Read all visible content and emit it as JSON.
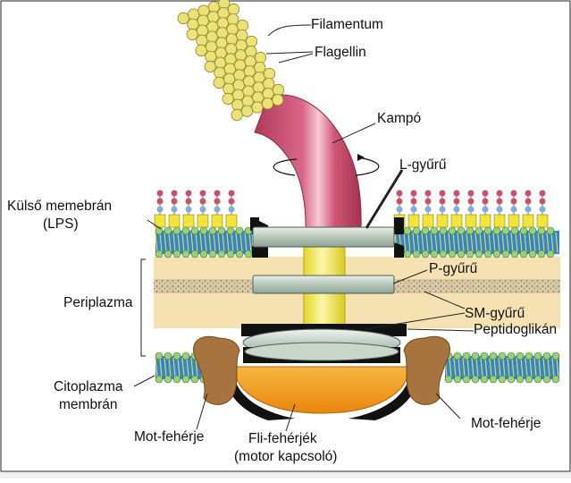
{
  "labels": {
    "filamentum": "Filamentum",
    "flagellin": "Flagellin",
    "kampo": "Kampó",
    "l_gyuru": "L-gyűrű",
    "kulso_membran_1": "Külső memebrán",
    "kulso_membran_2": "(LPS)",
    "periplazma": "Periplazma",
    "p_gyuru": "P-gyűrű",
    "sm_gyuru": "SM-gyűrű",
    "peptidoglikan": "Peptidoglikán",
    "citoplazma_1": "Citoplazma",
    "citoplazma_2": "membrán",
    "mot_left": "Mot-fehérje",
    "mot_right": "Mot-fehérje",
    "fli_1": "Fli-fehérjék",
    "fli_2": "(motor kapcsoló)"
  },
  "colors": {
    "filament_bead": "#e8e07a",
    "hook": "#c94b6e",
    "outer_membrane_yellow": "#f0e33a",
    "membrane_blue": "#2a7ec8",
    "periplasm": "#f7e2b5",
    "peptidoglycan": "#d9c9a8",
    "ring_gray": "#b8c8bc",
    "rod_yellow": "#f2ea3c",
    "motor_orange": "#f39c1e",
    "mot_brown": "#a0703e"
  }
}
